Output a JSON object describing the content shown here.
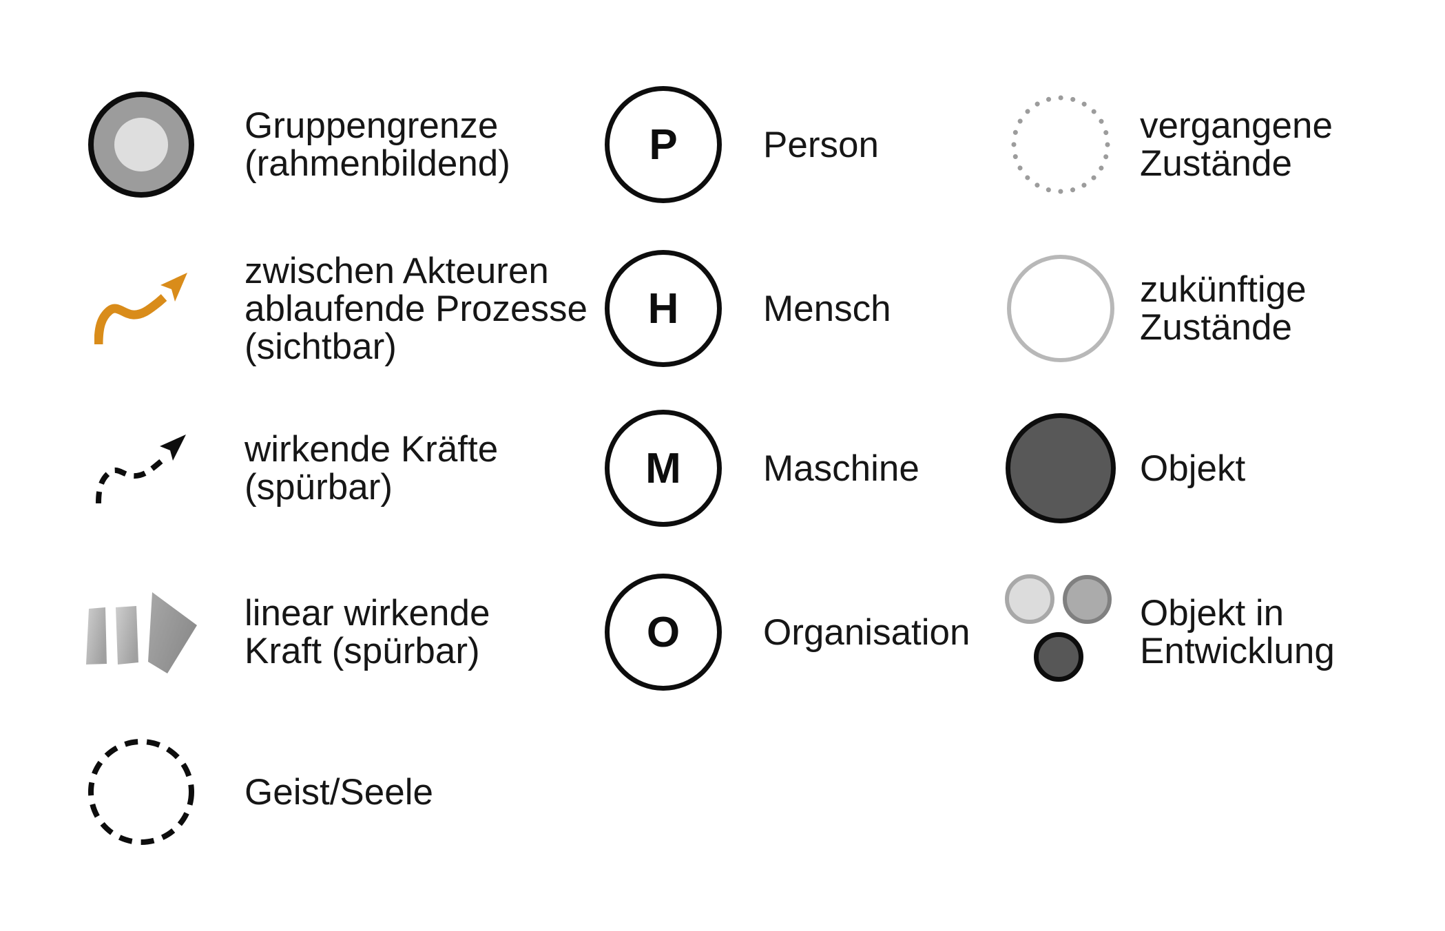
{
  "legend": {
    "column1": {
      "items": [
        {
          "icon": "group-boundary",
          "label": "Gruppengrenze\n(rahmenbildend)"
        },
        {
          "icon": "process-arrow",
          "label": "zwischen Akteuren\nablaufende Prozesse\n(sichtbar)"
        },
        {
          "icon": "force-arrow",
          "label": "wirkende Kräfte\n(spürbar)"
        },
        {
          "icon": "linear-force",
          "label": "linear wirkende\nKraft (spürbar)"
        },
        {
          "icon": "spirit-circle",
          "label": "Geist/Seele"
        }
      ]
    },
    "column2": {
      "items": [
        {
          "letter": "P",
          "label": "Person"
        },
        {
          "letter": "H",
          "label": "Mensch"
        },
        {
          "letter": "M",
          "label": "Maschine"
        },
        {
          "letter": "O",
          "label": "Organisation"
        }
      ]
    },
    "column3": {
      "items": [
        {
          "icon": "past-states",
          "label": "vergangene\nZustände"
        },
        {
          "icon": "future-states",
          "label": "zukünftige\nZustände"
        },
        {
          "icon": "object",
          "label": "Objekt"
        },
        {
          "icon": "object-development",
          "label": "Objekt in\nEntwicklung"
        }
      ]
    }
  },
  "colors": {
    "accent_orange": "#d98c1a",
    "ink": "#0d0d0d",
    "text": "#161616",
    "group_fill": "#9c9c9c",
    "group_inner": "#dedede",
    "object_fill": "#585858",
    "future_stroke": "#b8b8b8",
    "dotted_gray": "#9c9c9c"
  }
}
